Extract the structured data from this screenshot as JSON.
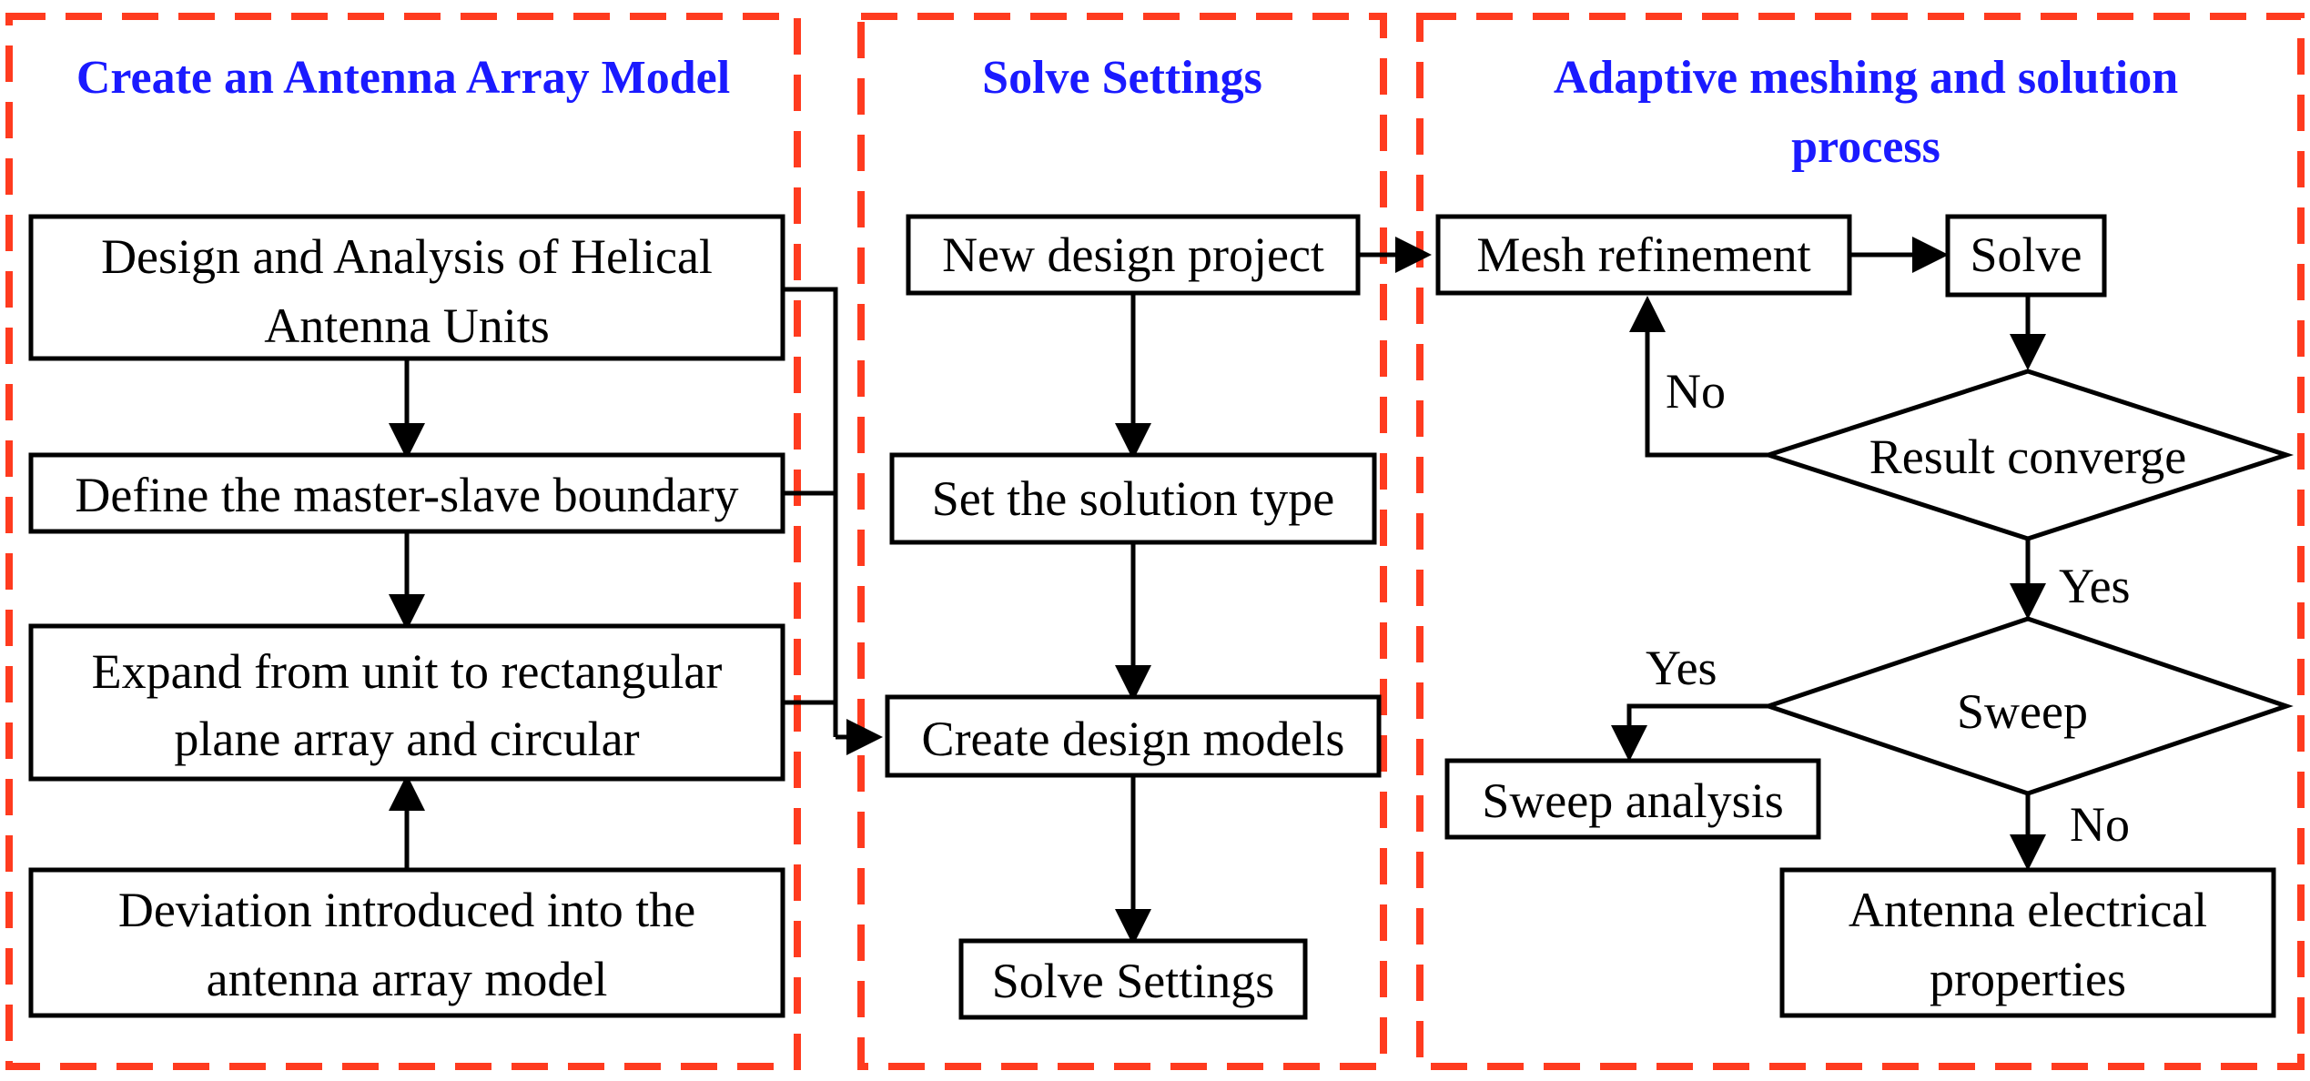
{
  "colors": {
    "panel_border": "#ff3b1f",
    "title": "#1a1aff",
    "line": "#000000"
  },
  "panels": {
    "model": {
      "title": "Create an Antenna Array Model"
    },
    "solve": {
      "title": "Solve Settings"
    },
    "mesh": {
      "title_line1": "Adaptive meshing and solution",
      "title_line2": "process"
    }
  },
  "nodes": {
    "helical": {
      "line1": "Design and Analysis of Helical",
      "line2": "Antenna Units"
    },
    "master_slave": {
      "line1": "Define the master-slave boundary"
    },
    "expand": {
      "line1": "Expand from unit to rectangular",
      "line2": "plane array and circular"
    },
    "deviation": {
      "line1": "Deviation introduced into the",
      "line2": "antenna array model"
    },
    "new_project": {
      "line1": "New design project"
    },
    "solution_type": {
      "line1": "Set the solution type"
    },
    "create_models": {
      "line1": "Create design models"
    },
    "solve_settings": {
      "line1": "Solve Settings"
    },
    "mesh_refine": {
      "line1": "Mesh refinement"
    },
    "solve": {
      "line1": "Solve"
    },
    "converge": {
      "line1": "Result converge"
    },
    "sweep": {
      "line1": "Sweep"
    },
    "sweep_analysis": {
      "line1": "Sweep analysis"
    },
    "properties": {
      "line1": "Antenna electrical",
      "line2": "properties"
    }
  },
  "edge_labels": {
    "converge_no": "No",
    "converge_yes": "Yes",
    "sweep_yes": "Yes",
    "sweep_no": "No"
  }
}
